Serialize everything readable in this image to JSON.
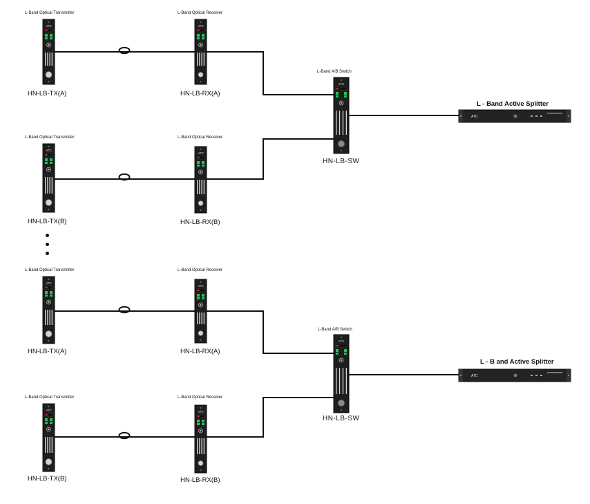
{
  "colors": {
    "module_body": "#1e1e1e",
    "module_edge": "#0c0c0c",
    "led_green": "#22c35a",
    "led_red": "#d9342b",
    "cable": "#111111",
    "background": "#ffffff"
  },
  "labels": {
    "transmitter_title": "L-Band Optical Transmitter",
    "receiver_title": "L-Band Optical Receiver",
    "switch_title": "L-Band A/B Switch",
    "splitter_title": "L - B and Active Splitter",
    "splitter_title_top": "L - Band Active Splitter",
    "tx_a": "HN-LB-TX(A)",
    "tx_b": "HN-LB-TX(B)",
    "rx_a": "HN-LB-RX(A)",
    "rx_b": "HN-LB-RX(B)",
    "switch_model": "HN-LB-SW",
    "brand_logo": "ATC",
    "ellipsis": "⋮"
  },
  "icons": {
    "fiber_loop": "fiber-loop-icon",
    "module": "rack-module-icon",
    "splitter": "1u-rack-splitter-icon"
  }
}
